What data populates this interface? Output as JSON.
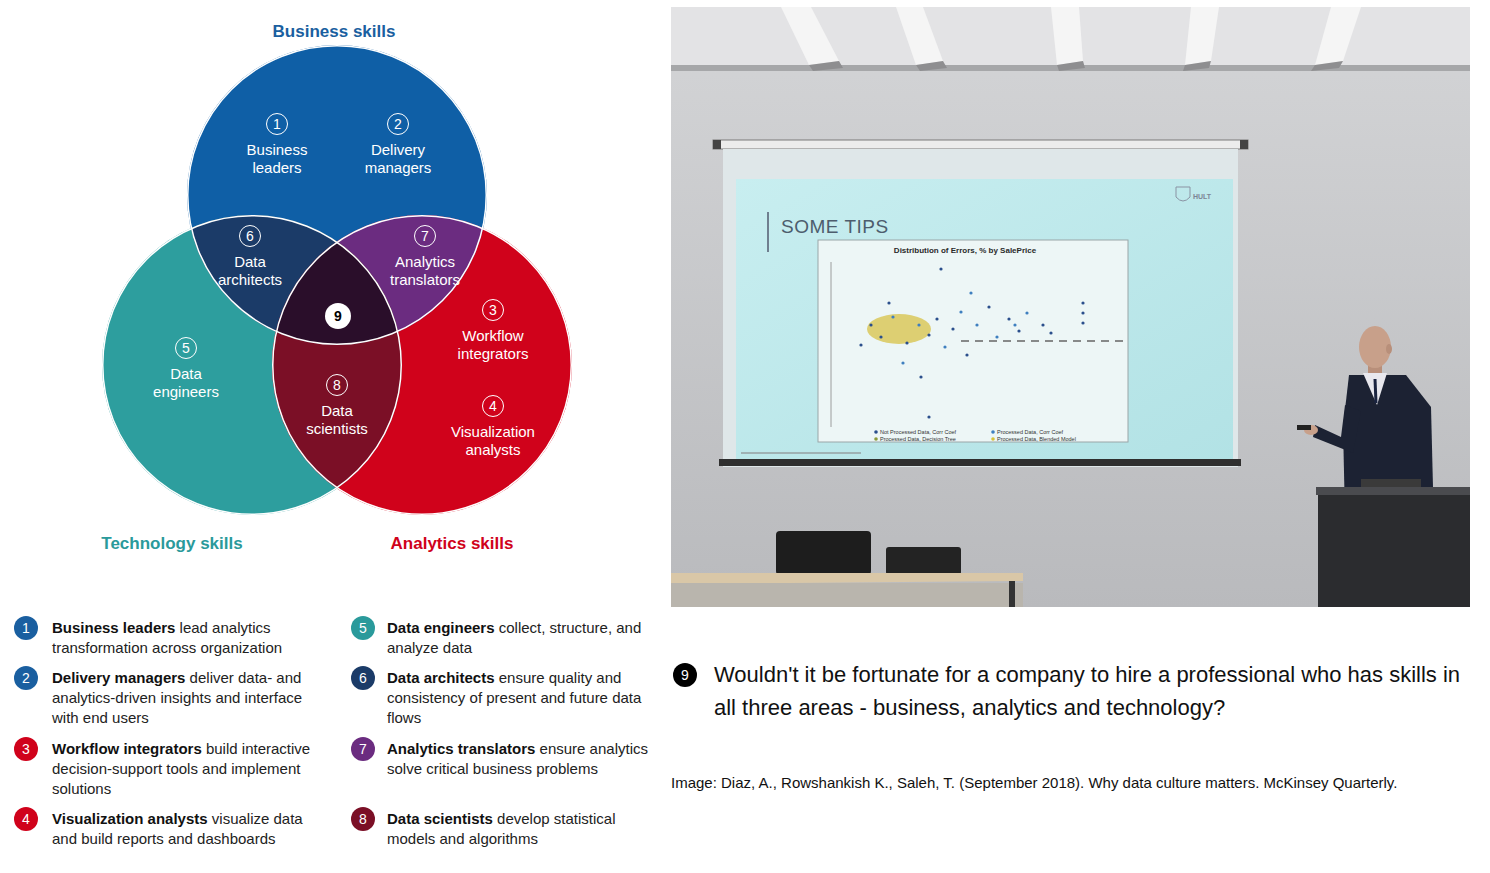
{
  "diagram": {
    "nodes": [
      {
        "text": [
          "Business skills"
        ]
      },
      {
        "text": [
          "1",
          "Business leaders"
        ],
        "in": 0
      },
      {
        "text": [
          "2",
          "Delivery managers"
        ],
        "in": 0
      },
      {
        "text": [
          "6",
          "Data architects"
        ],
        "in": 0
      },
      {
        "text": [
          "7",
          "Analytics translators"
        ],
        "in": 0
      },
      {
        "text": [
          "9"
        ],
        "in": 0
      },
      {
        "text": [
          "Technology skills"
        ]
      },
      {
        "text": [
          "5",
          "Data engineers"
        ],
        "in": 6
      },
      {
        "text": [
          "8",
          "Data scientists"
        ],
        "in": 6
      },
      {
        "text": [
          "Analytics skills"
        ]
      },
      {
        "text": [
          "3",
          "Workflow integrators"
        ],
        "in": 9
      },
      {
        "text": [
          "4",
          "Visualization analysts"
        ],
        "in": 9
      },
      {
        "text": [
          "1"
        ]
      },
      {
        "text": [
          "2"
        ]
      },
      {
        "text": [
          "3"
        ]
      },
      {
        "text": [
          "4"
        ]
      },
      {
        "text": [
          "5"
        ]
      },
      {
        "text": [
          "6"
        ]
      },
      {
        "text": [
          "7"
        ]
      },
      {
        "text": [
          "8"
        ]
      },
      {
        "text": [
          "9"
        ]
      }
    ],
    "labels": [
      "Business leaders",
      "lead analytics transformation across organization",
      "Delivery managers",
      "deliver data- and analytics-driven insights and interface with end users",
      "Workflow integrators",
      "build interactive decision-support tools and implement solutions",
      "Visualization analysts",
      "visualize data and build reports and dashboards",
      "Data engineers",
      "collect, structure, and analyze data",
      "Data architects",
      "ensure quality and consistency of present and future data flows",
      "Analytics translators",
      "ensure analytics solve critical business problems",
      "Data scientists",
      "develop statistical models and algorithms",
      "Wouldn't it be fortunate for a company to hire a professional who has skills in all three areas - business, analytics and technology?",
      "Image: Diaz, A., Rowshankish K., Saleh, T. (September 2018). Why data culture matters. McKinsey Quarterly.",
      "SOME TIPS",
      "Distribution of Errors, % by SalePrice",
      "Not Processed Data, Corr Coef",
      "Processed Data, Decision Tree",
      "Processed Data, Corr Coef",
      "Processed Data, Blended Model",
      "HULT"
    ]
  }
}
